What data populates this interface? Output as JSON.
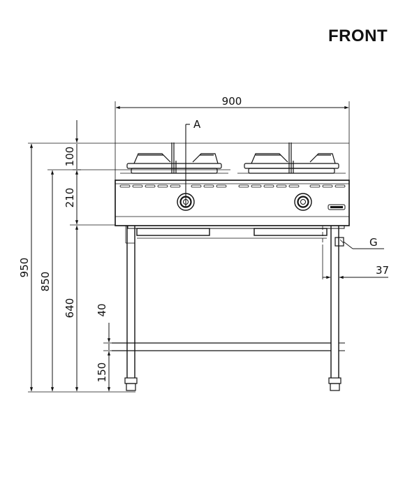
{
  "view_title": "FRONT",
  "dimensions": {
    "overall_width": "900",
    "top_burner_height": "100",
    "body_height": "210",
    "leg_height": "640",
    "total_height": "950",
    "worktop_height": "850",
    "rail_thickness": "40",
    "rail_height": "150",
    "side_offset": "37"
  },
  "callouts": {
    "section": "A",
    "gas_connection": "G"
  }
}
